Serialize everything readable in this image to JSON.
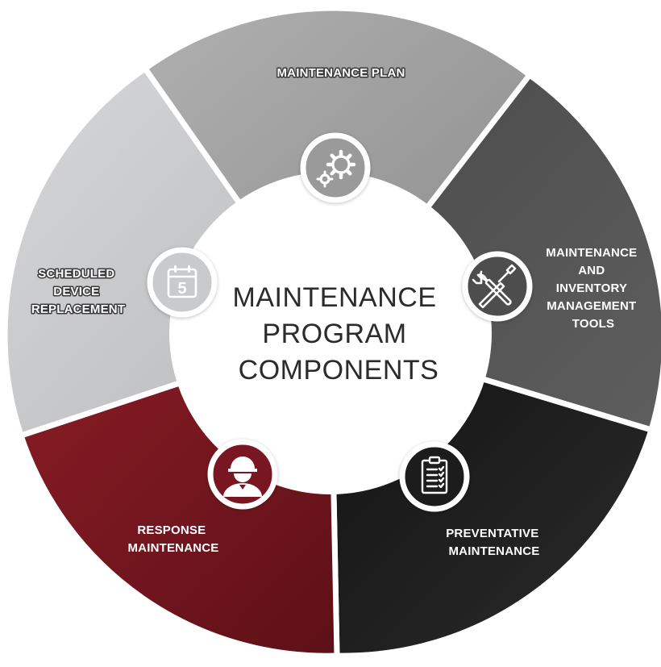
{
  "center_title": [
    "MAINTENANCE",
    "PROGRAM",
    "COMPONENTS"
  ],
  "segments": [
    {
      "id": "maintenance-plan",
      "label_lines": [
        "MAINTENANCE PLAN"
      ],
      "color": "#9a9a9a",
      "icon": "gears-icon"
    },
    {
      "id": "tools",
      "label_lines": [
        "MAINTENANCE",
        "AND",
        "INVENTORY",
        "MANAGEMENT",
        "TOOLS"
      ],
      "color": "#4d4d4d",
      "icon": "wrench-screwdriver-icon"
    },
    {
      "id": "preventative",
      "label_lines": [
        "PREVENTATIVE",
        "MAINTENANCE"
      ],
      "color": "#1c1c1c",
      "icon": "clipboard-checklist-icon"
    },
    {
      "id": "response",
      "label_lines": [
        "RESPONSE",
        "MAINTENANCE"
      ],
      "color": "#7a1620",
      "icon": "worker-hardhat-icon"
    },
    {
      "id": "scheduled",
      "label_lines": [
        "SCHEDULED",
        "DEVICE",
        "REPLACEMENT"
      ],
      "color": "#c9cacc",
      "icon": "calendar-icon"
    }
  ],
  "calendar_day": "5",
  "colors": {
    "background": "#ffffff",
    "separator": "#ffffff",
    "center_fill": "#ffffff",
    "center_text": "#2b2b2b",
    "icon_ring": "#ffffff"
  }
}
